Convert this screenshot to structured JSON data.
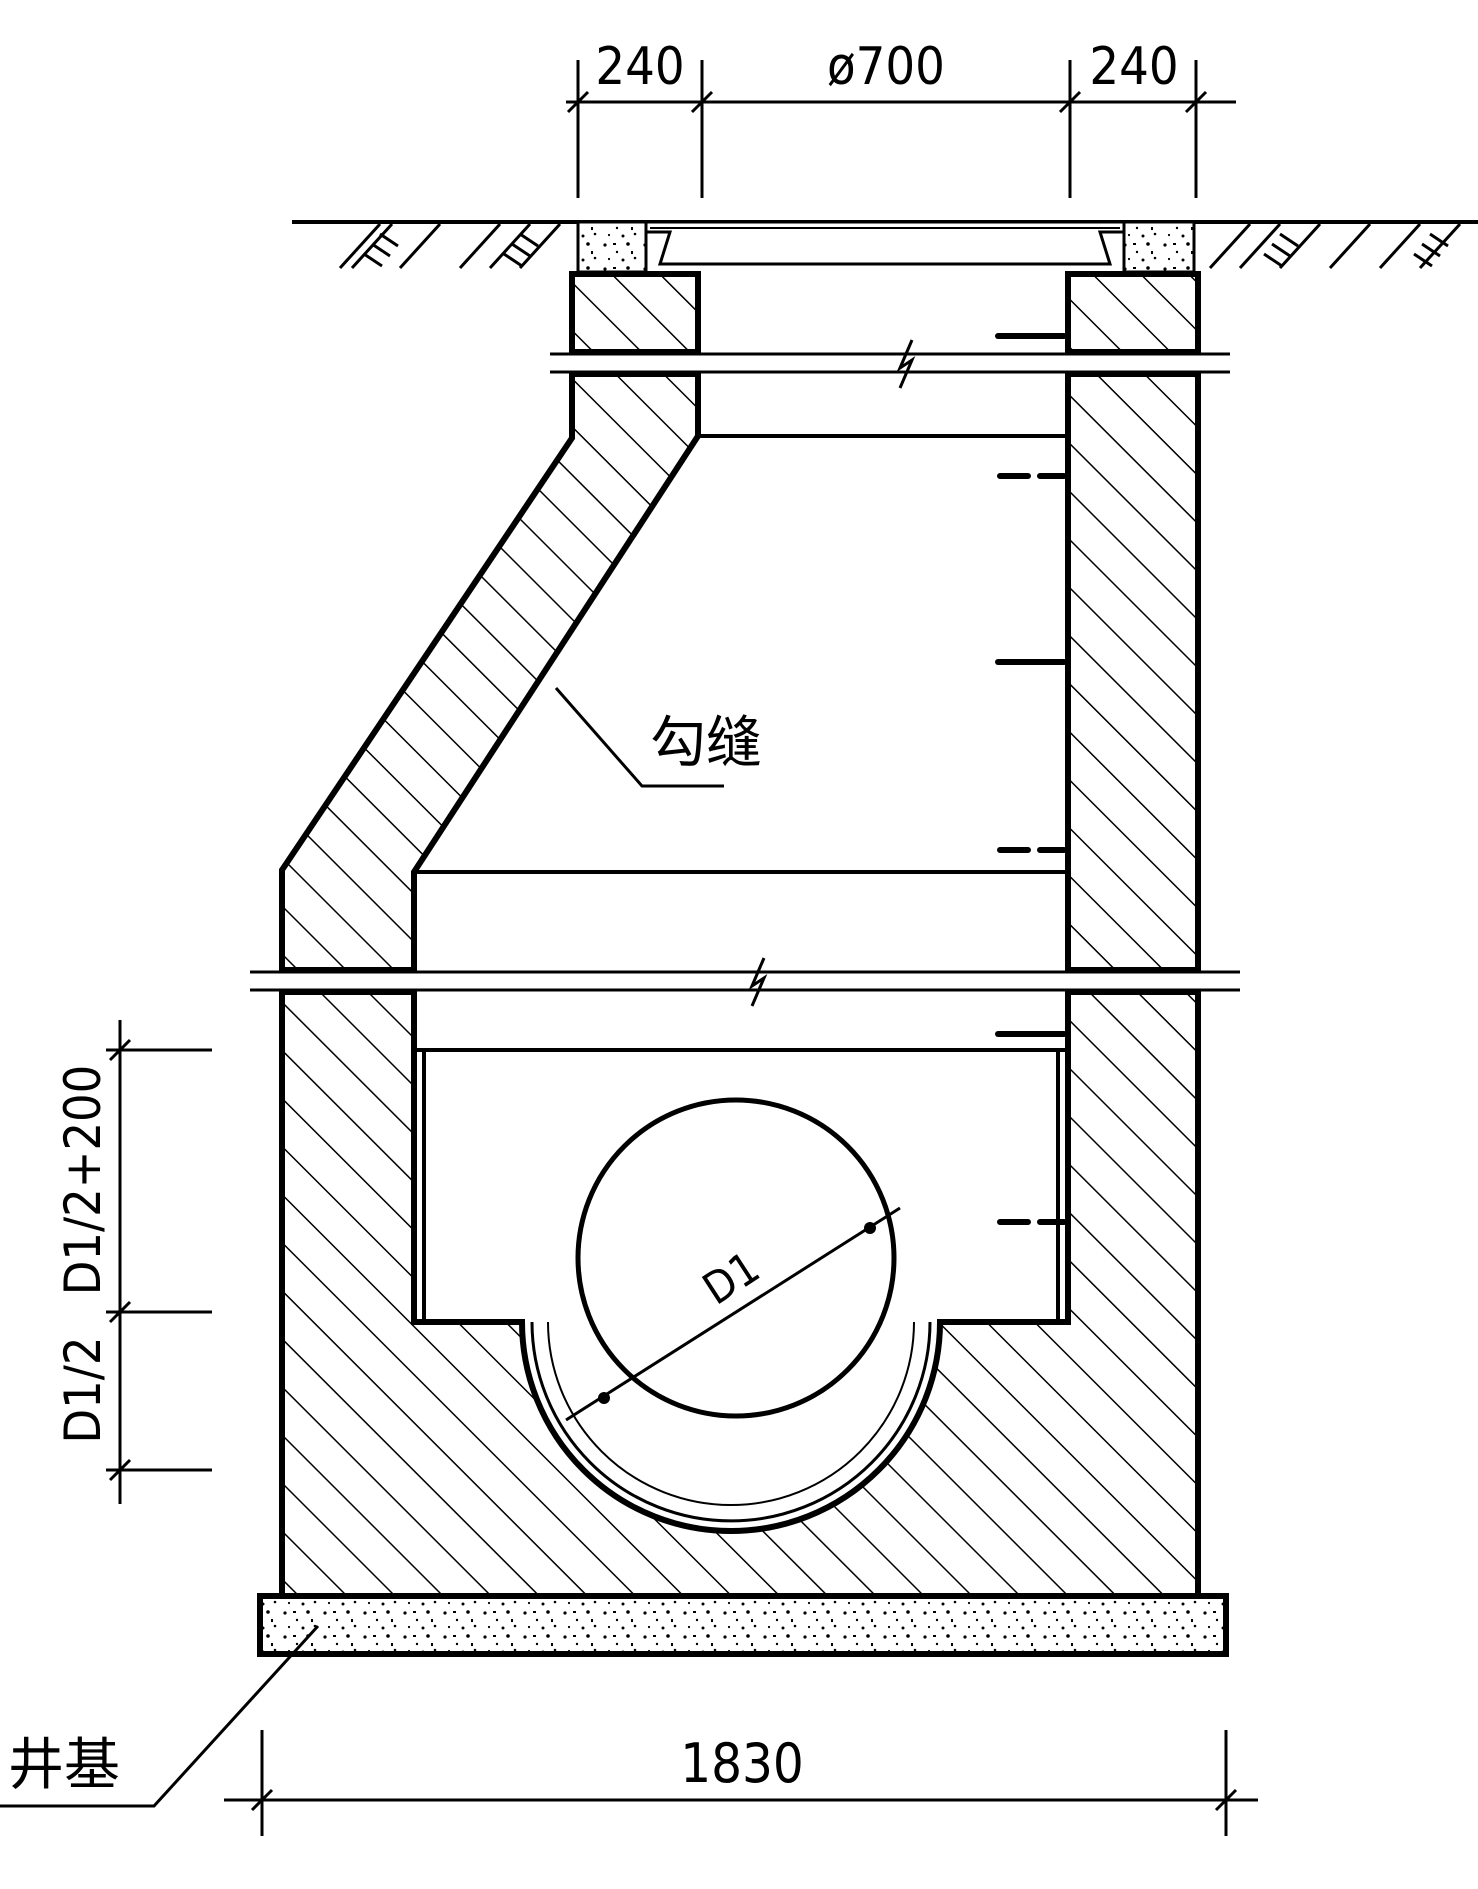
{
  "dimensions": {
    "top_left_wall": "240",
    "top_opening": "ø700",
    "top_right_wall": "240",
    "bottom_width": "1830",
    "left_upper": "D1/2+200",
    "left_lower": "D1/2"
  },
  "labels": {
    "pipe_diameter": "D1",
    "joint_pointing": "勾缝",
    "base_slab": "井基"
  }
}
